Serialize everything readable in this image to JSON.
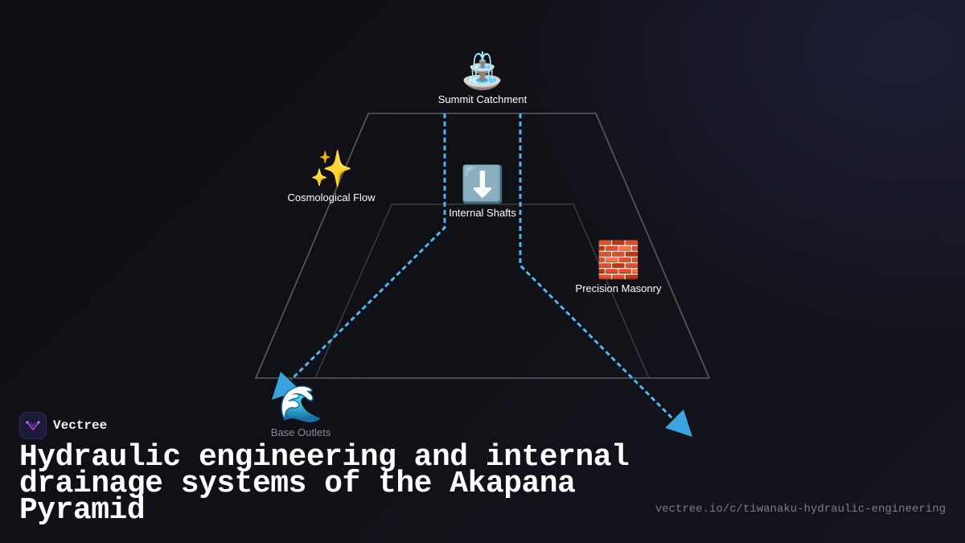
{
  "brand": {
    "name": "Vectree",
    "logo_icon": "vectree-logo-icon"
  },
  "title": "Hydraulic engineering and internal drainage systems of the Akapana Pyramid",
  "url": "vectree.io/c/tiwanaku-hydraulic-engineering",
  "colors": {
    "flow": "#4fb6ef",
    "arrow": "#3aa3dd",
    "outline": "#5a5a62",
    "text": "#ffffff",
    "muted": "#8a8a94"
  },
  "nodes": {
    "summit": {
      "label": "Summit Catchment",
      "emoji": "⛲",
      "icon": "fountain-icon"
    },
    "cosmo": {
      "label": "Cosmological Flow",
      "emoji": "✨",
      "icon": "sparkles-icon"
    },
    "shafts": {
      "label": "Internal Shafts",
      "emoji": "⬇️",
      "icon": "down-arrow-icon"
    },
    "masonry": {
      "label": "Precision Masonry",
      "emoji": "🧱",
      "icon": "brick-icon"
    },
    "outlets": {
      "label": "Base Outlets",
      "emoji": "🌊",
      "icon": "wave-icon"
    }
  }
}
